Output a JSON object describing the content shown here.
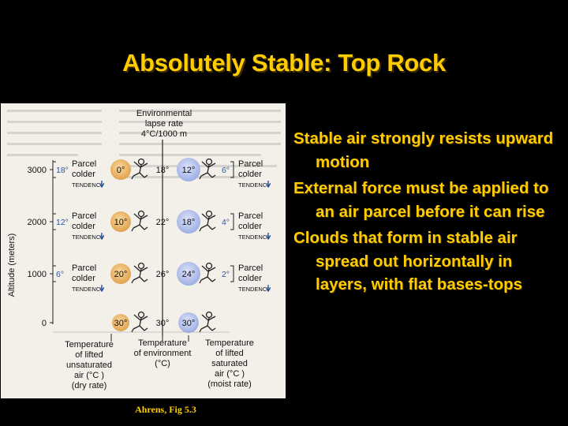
{
  "slide": {
    "title": "Absolutely Stable: Top Rock",
    "caption": "Ahrens, Fig 5.3",
    "bullets": [
      "Stable air strongly resists upward motion",
      "External force must be applied to an air parcel before it can rise",
      "Clouds that form in stable air spread out horizontally in layers, with flat bases-tops"
    ]
  },
  "figure": {
    "env_header": [
      "Environmental",
      "lapse rate",
      "4°C/1000 m"
    ],
    "y_axis_label": "Altitude (meters)",
    "altitude_ticks": [
      "3000",
      "2000",
      "1000",
      "0"
    ],
    "env_temps": [
      "18°",
      "22°",
      "26°",
      "30°"
    ],
    "dry_temps": [
      "0°",
      "10°",
      "20°",
      "30°"
    ],
    "moist_temps": [
      "12°",
      "18°",
      "24°",
      "30°"
    ],
    "left_diffs": [
      "18°",
      "12°",
      "6°"
    ],
    "right_diffs": [
      "6°",
      "4°",
      "2°"
    ],
    "parcel_word": "Parcel",
    "colder_word": "colder",
    "tendency_word": "TENDENCY",
    "bottom_labels": {
      "dry": [
        "Temperature",
        "of lifted",
        "unsaturated",
        "air (°C )",
        "(dry rate)"
      ],
      "env": [
        "Temperature",
        "of environment",
        "(°C)"
      ],
      "moist": [
        "Temperature",
        "of lifted",
        "saturated",
        "air (°C )",
        "(moist rate)"
      ]
    },
    "colors": {
      "dry_parcel": "#E8B25C",
      "moist_parcel": "#A9B8E8",
      "text": "#111111",
      "arrow_down": "#1F4E9C"
    }
  }
}
